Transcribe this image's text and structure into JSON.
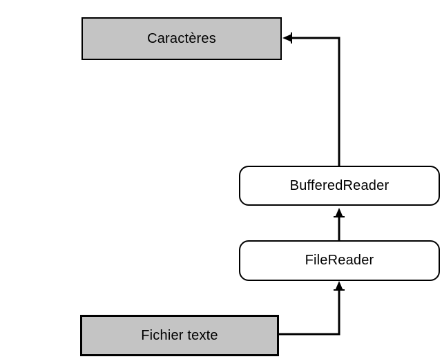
{
  "diagram": {
    "description": "Flow diagram of reading a text file into characters via FileReader and BufferedReader",
    "nodes": [
      {
        "id": "caracteres",
        "label": "Caractères",
        "shape": "rectangle",
        "fill": "#C4C4C4"
      },
      {
        "id": "bufferedreader",
        "label": "BufferedReader",
        "shape": "rounded-rectangle",
        "fill": "#FFFFFF"
      },
      {
        "id": "filereader",
        "label": "FileReader",
        "shape": "rounded-rectangle",
        "fill": "#FFFFFF"
      },
      {
        "id": "fichier-texte",
        "label": "Fichier texte",
        "shape": "rectangle",
        "fill": "#C4C4C4"
      }
    ],
    "edges": [
      {
        "from": "fichier-texte",
        "to": "filereader",
        "arrow_direction": "up"
      },
      {
        "from": "filereader",
        "to": "bufferedreader",
        "arrow_direction": "up"
      },
      {
        "from": "bufferedreader",
        "to": "caracteres",
        "arrow_direction": "left"
      }
    ],
    "colors": {
      "background": "#FFFFFF",
      "node_border": "#000000",
      "line": "#000000",
      "gray_node_fill": "#C4C4C4",
      "white_node_fill": "#FFFFFF",
      "text": "#000000"
    }
  }
}
